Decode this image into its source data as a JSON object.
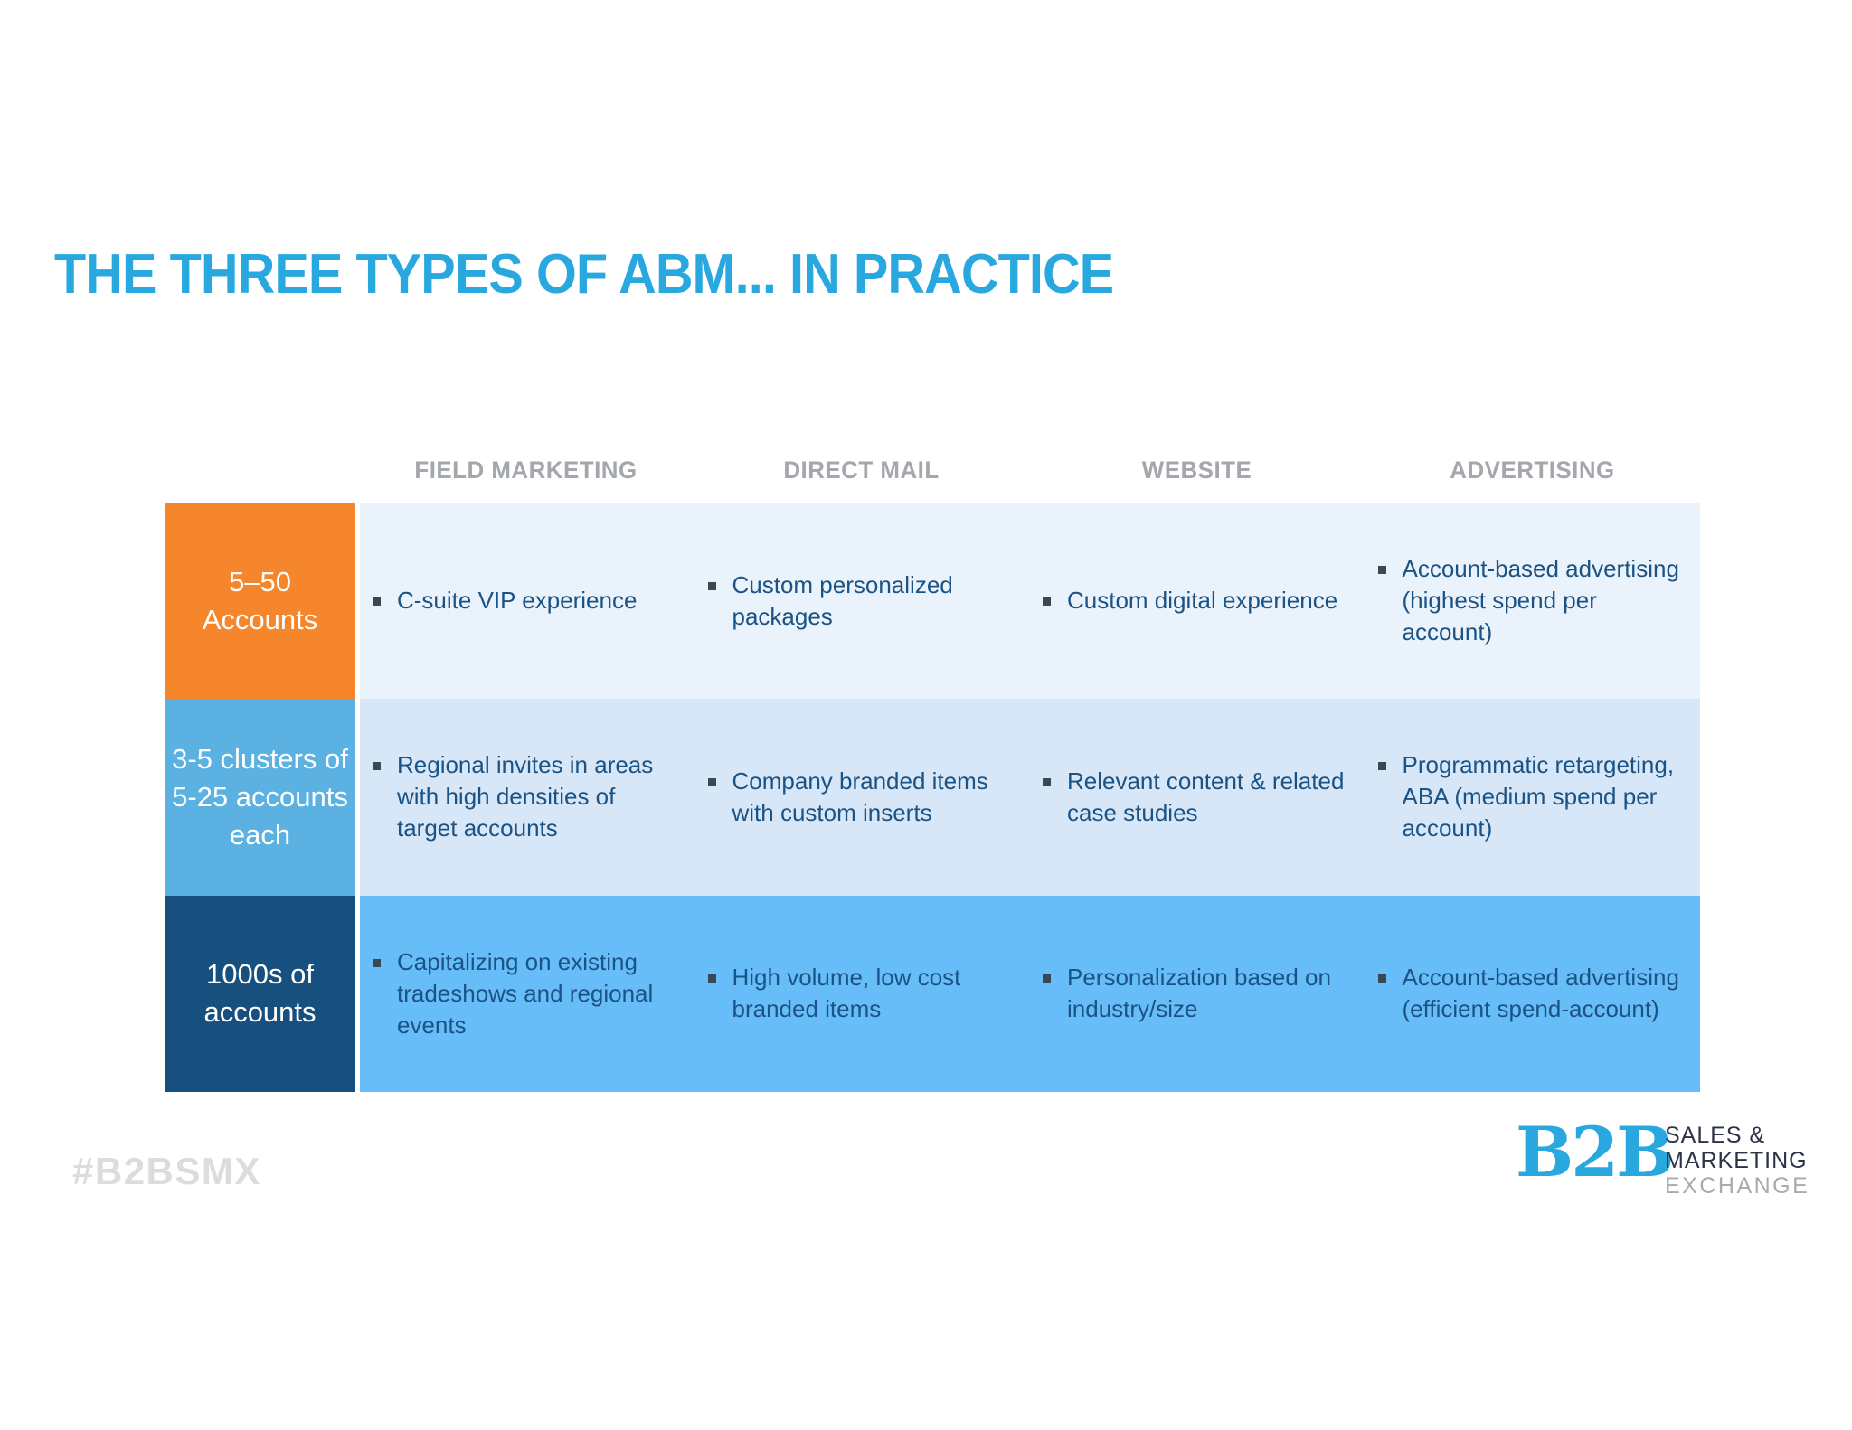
{
  "title": "THE THREE TYPES OF ABM... IN PRACTICE",
  "hashtag": "#B2BSMX",
  "colors": {
    "title_accent": "#29A8E0",
    "header_gray": "#A4A8AD",
    "cell_text_blue": "#1B5385",
    "bullet": "#384855",
    "hashtag_gray": "#DADCDE",
    "logo_blue": "#29A8E0",
    "logo_navy": "#2D3347",
    "logo_gray": "#A7AAAF"
  },
  "table": {
    "column_headers": [
      "FIELD MARKETING",
      "DIRECT MAIL",
      "WEBSITE",
      "ADVERTISING"
    ],
    "rows": [
      {
        "label": "5–50\nAccounts",
        "label_color": "#F6862B",
        "row_bg": "#EAF2FB",
        "cells": [
          "C-suite VIP experience",
          "Custom personalized\npackages",
          "Custom digital experience",
          "Account-based advertising\n(highest spend per\naccount)"
        ]
      },
      {
        "label": "3-5 clusters of\n5-25 accounts\neach",
        "label_color": "#5CB1E3",
        "row_bg": "#D7E7F8",
        "cells": [
          "Regional invites in areas\nwith high densities of\ntarget accounts",
          "Company branded items\nwith custom inserts",
          "Relevant content & related\ncase studies",
          "Programmatic retargeting,\nABA (medium spend per\naccount)"
        ]
      },
      {
        "label": "1000s of\naccounts",
        "label_color": "#17507E",
        "row_bg": "#66BDF8",
        "cells": [
          "Capitalizing on existing\ntradeshows and regional\nevents",
          "High volume, low cost\nbranded items",
          "Personalization based on\nindustry/size",
          "Account-based advertising\n(efficient spend-account)"
        ]
      }
    ]
  },
  "logo": {
    "b2b": "B2B",
    "line1": "SALES &",
    "line2": "MARKETING",
    "line3": "EXCHANGE"
  }
}
